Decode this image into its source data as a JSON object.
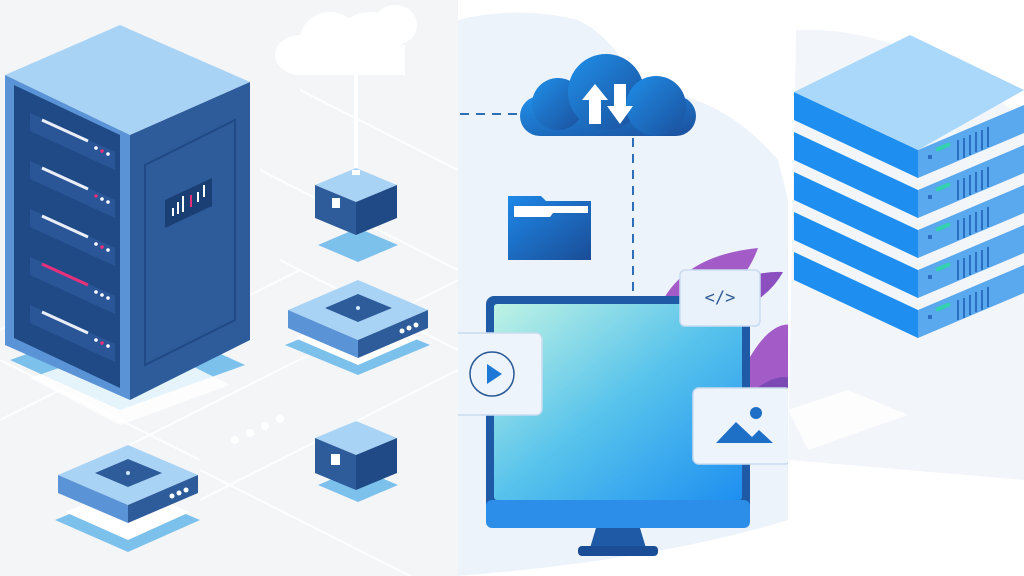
{
  "illustration": {
    "panels": [
      {
        "id": "left",
        "subject": "isometric server rack with network nodes and cloud",
        "elements": [
          "server-rack",
          "cloud",
          "cube-node-top",
          "router-node-right",
          "router-node-bottom",
          "cube-node-bottom"
        ]
      },
      {
        "id": "middle",
        "subject": "cloud sync with desktop monitor",
        "elements": [
          "cloud-upload-download",
          "folder",
          "monitor",
          "video-card",
          "code-card",
          "image-card",
          "purple-leaves"
        ],
        "code_label": "</>"
      },
      {
        "id": "right",
        "subject": "stack of five server units",
        "server_unit_count": 5
      }
    ],
    "colors": {
      "navy": "#2e5b9a",
      "dark_navy": "#1f4a85",
      "light_blue": "#a9d3f5",
      "sky": "#7cc0ec",
      "bright_blue": "#1e8ff0",
      "accent_pink": "#e8307a",
      "purple": "#a35cc7",
      "teal": "#34d1b0"
    }
  }
}
